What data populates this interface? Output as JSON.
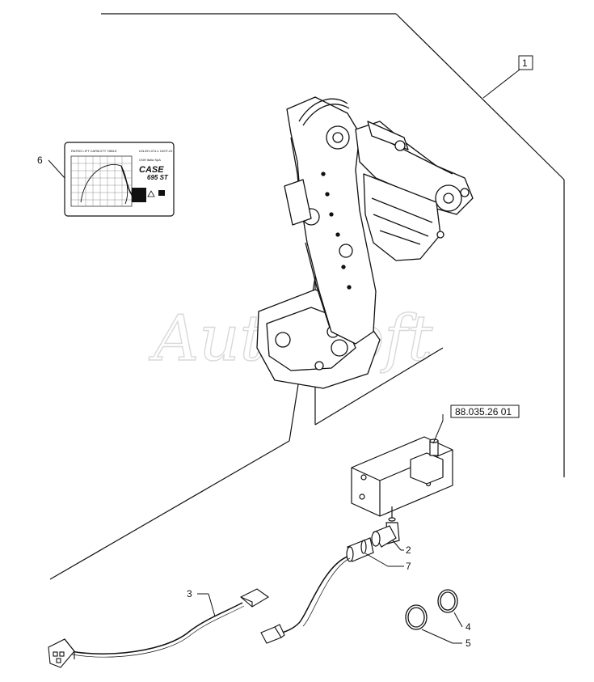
{
  "watermark": "AutoSoft",
  "reference_box": "88.035.26 01",
  "group_box": "1",
  "callouts": [
    "2",
    "3",
    "4",
    "5",
    "6",
    "7"
  ],
  "decal": {
    "title": "RATED LIFT CAPACITY TABLE",
    "brand": "CASE"
  }
}
